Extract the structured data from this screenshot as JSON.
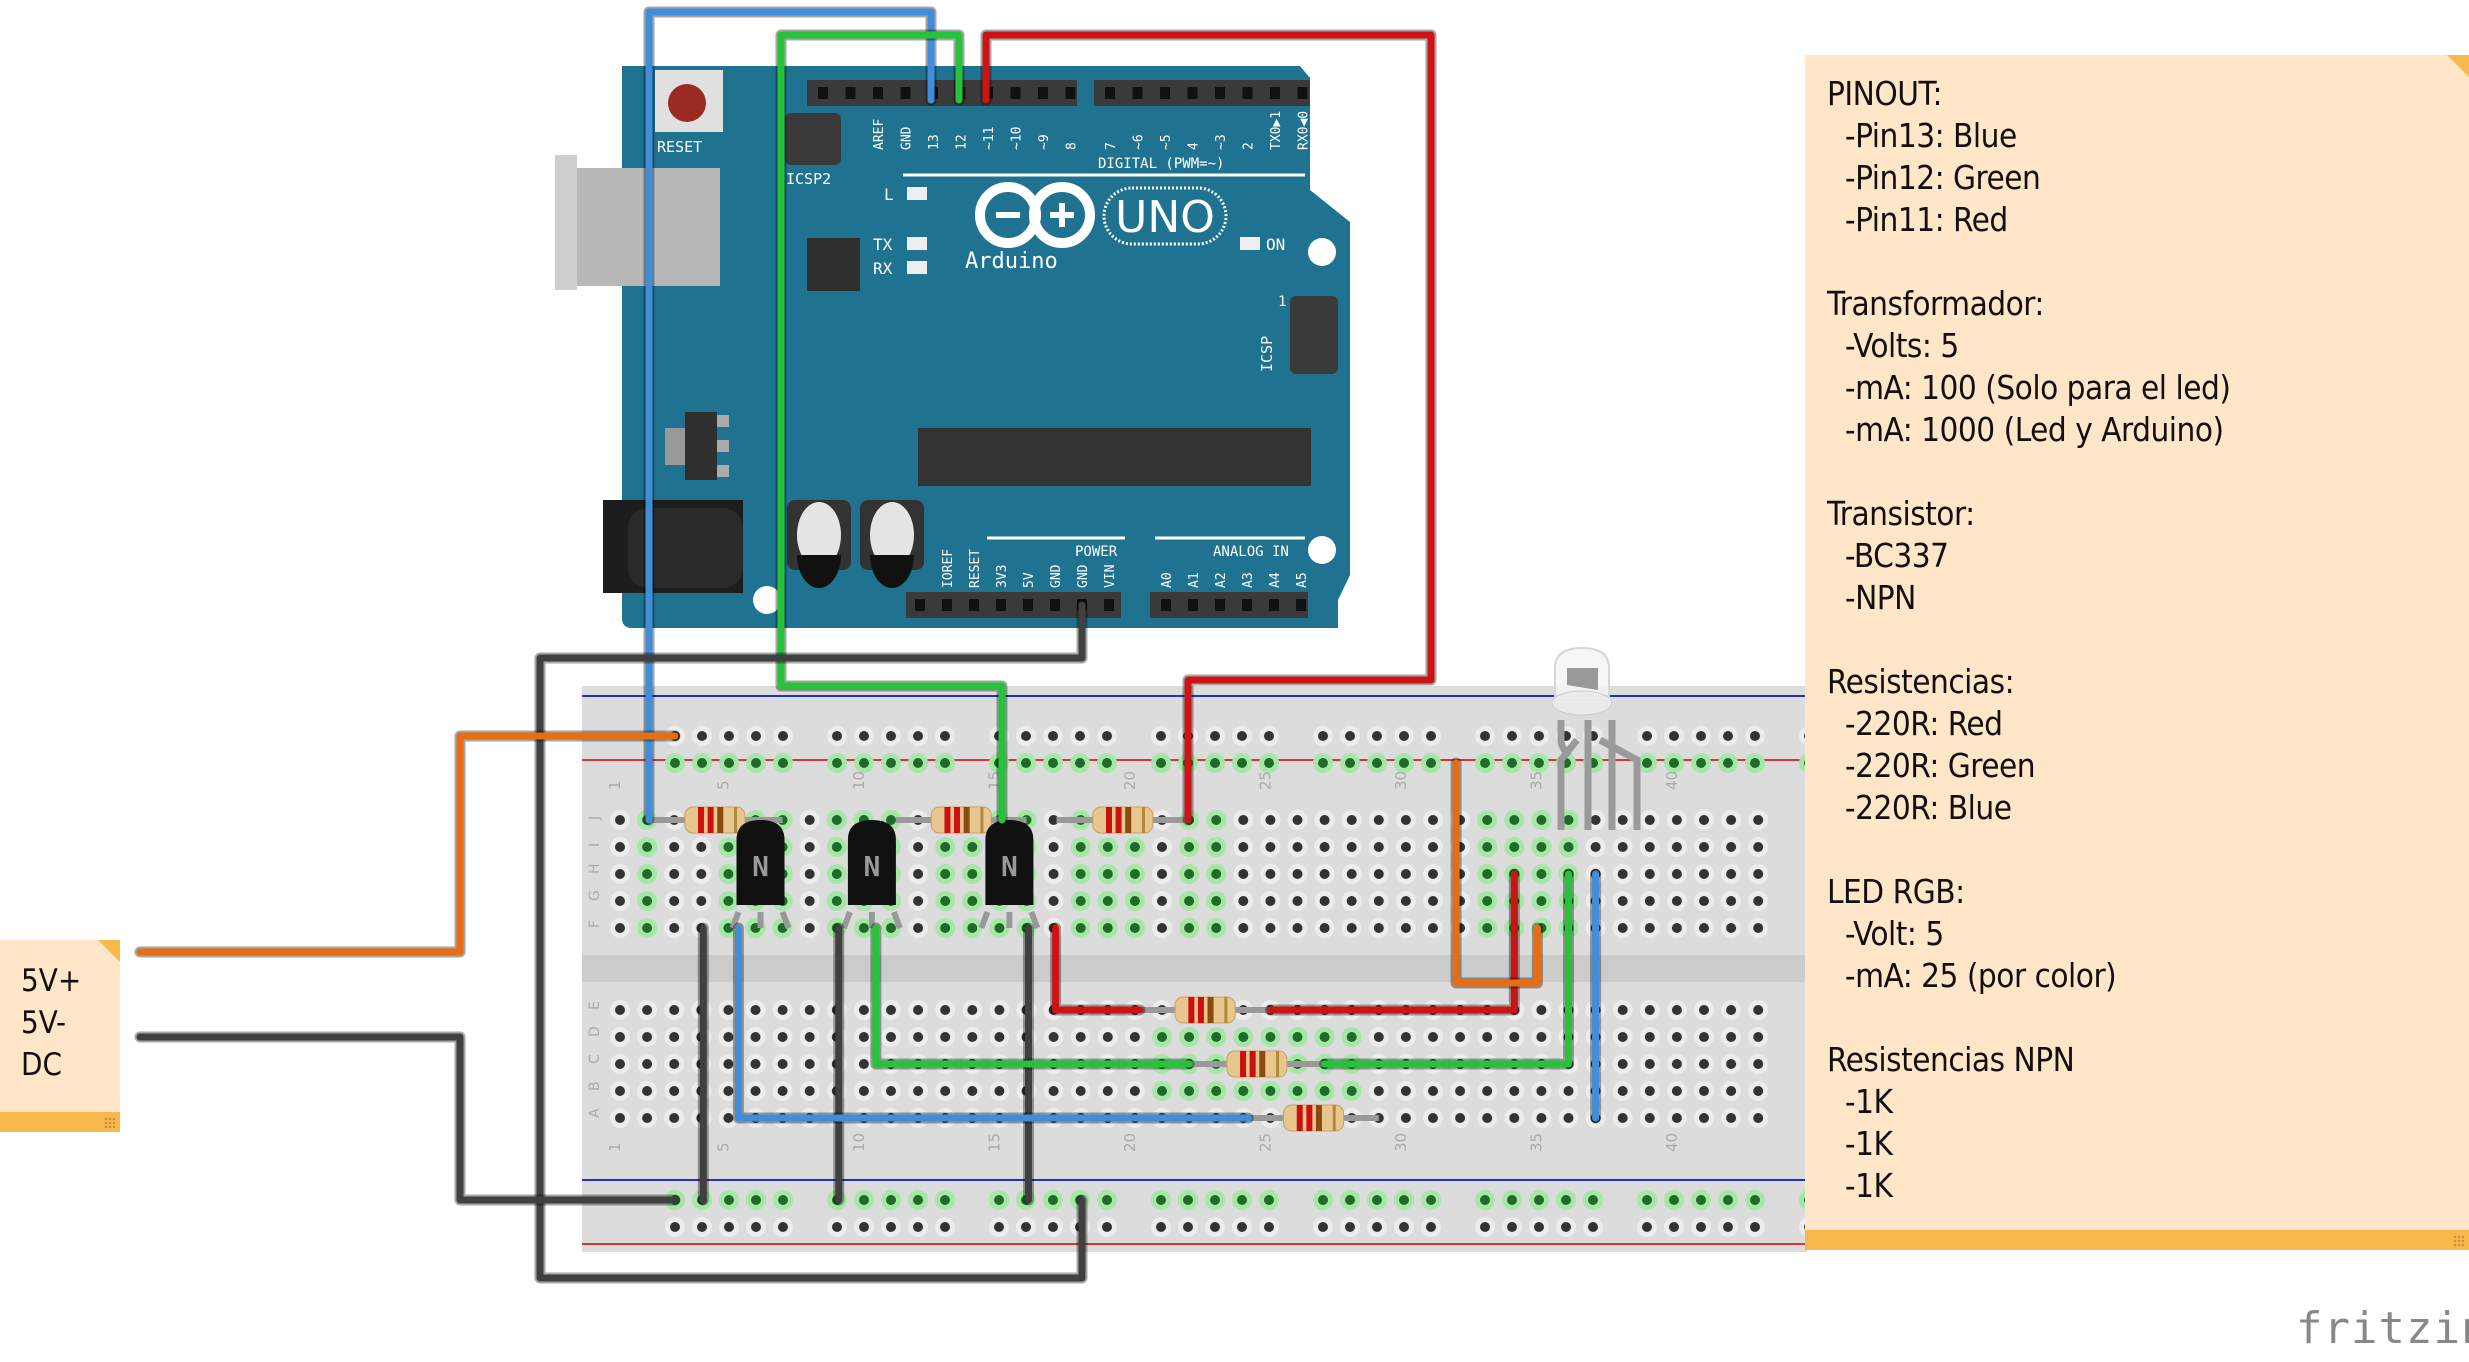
{
  "app": "fritzing",
  "diagram": {
    "title": "Arduino UNO RGB LED driver with NPN transistors (breadboard view)",
    "colors": {
      "board": "#1f7391",
      "wire_blue": "#418dd9",
      "wire_green": "#25c23a",
      "wire_red": "#cc1414",
      "wire_orange": "#e86c12",
      "wire_black": "#404040",
      "note_bg": "#ffe6c8",
      "note_accent": "#f9b84c",
      "breadboard": "#dcdcdc"
    },
    "arduino": {
      "name": "Arduino",
      "model": "UNO",
      "reset_label": "RESET",
      "icsp2_label": "ICSP2",
      "icsp_label": "ICSP",
      "icsp_pin1": "1",
      "digital_label": "DIGITAL (PWM=~)",
      "power_label": "POWER",
      "analog_label": "ANALOG IN",
      "led_labels": [
        "L",
        "TX",
        "RX",
        "ON"
      ],
      "digital_pins": [
        "AREF",
        "GND",
        "13",
        "12",
        "~11",
        "~10",
        "~9",
        "8",
        "7",
        "~6",
        "~5",
        "4",
        "~3",
        "2",
        "TX0▶1",
        "RX0◀0"
      ],
      "power_pins": [
        "IOREF",
        "RESET",
        "3V3",
        "5V",
        "GND",
        "GND",
        "VIN"
      ],
      "analog_pins": [
        "A0",
        "A1",
        "A2",
        "A3",
        "A4",
        "A5"
      ]
    },
    "breadboard": {
      "row_labels_top": [
        "J",
        "I",
        "H",
        "G",
        "F"
      ],
      "row_labels_bottom": [
        "E",
        "D",
        "C",
        "B",
        "A"
      ],
      "column_numbers": [
        "1",
        "5",
        "10",
        "15",
        "20",
        "25",
        "30",
        "35",
        "40"
      ]
    },
    "components": {
      "transistor_label": "N",
      "transistor_count": 3,
      "base_resistor_count": 3,
      "led_resistor_count": 3
    }
  },
  "notes": {
    "info": {
      "lines": [
        "PINOUT:",
        "  -Pin13: Blue",
        "  -Pin12: Green",
        "  -Pin11: Red",
        "",
        "Transformador:",
        "  -Volts: 5",
        "  -mA: 100 (Solo para el led)",
        "  -mA: 1000 (Led y Arduino)",
        "",
        "Transistor:",
        "  -BC337",
        "  -NPN",
        "",
        "Resistencias:",
        "  -220R: Red",
        "  -220R: Green",
        "  -220R: Blue",
        "",
        "LED RGB:",
        "  -Volt: 5",
        "  -mA: 25 (por color)",
        "",
        "Resistencias NPN",
        "  -1K",
        "  -1K",
        "  -1K"
      ]
    },
    "power": {
      "lines": [
        "5V+",
        "5V-",
        "DC"
      ]
    }
  },
  "logo": {
    "text": "fritzing"
  }
}
